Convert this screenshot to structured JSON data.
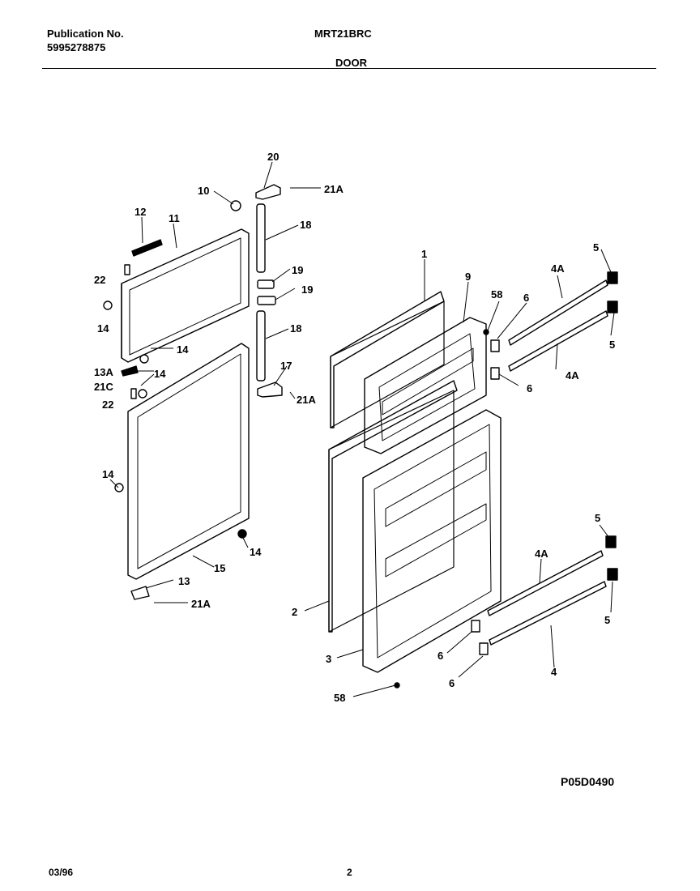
{
  "header": {
    "publication_label": "Publication No.",
    "publication_number": "5995278875",
    "model": "MRT21BRC",
    "section": "DOOR"
  },
  "drawing_code": "P05D0490",
  "footer": {
    "date": "03/96",
    "page": "2"
  },
  "callouts": {
    "c1": "1",
    "c2": "2",
    "c3": "3",
    "c4": "4",
    "c4a_top": "4A",
    "c4a_mid": "4A",
    "c4a_low": "4A",
    "c5_a": "5",
    "c5_b": "5",
    "c5_c": "5",
    "c5_d": "5",
    "c6_a": "6",
    "c6_b": "6",
    "c6_c": "6",
    "c6_d": "6",
    "c9": "9",
    "c10": "10",
    "c11": "11",
    "c12": "12",
    "c13": "13",
    "c13a": "13A",
    "c14_a": "14",
    "c14_b": "14",
    "c14_c": "14",
    "c14_d": "14",
    "c14_e": "14",
    "c15": "15",
    "c17": "17",
    "c18_a": "18",
    "c18_b": "18",
    "c19_a": "19",
    "c19_b": "19",
    "c20": "20",
    "c21a_a": "21A",
    "c21a_b": "21A",
    "c21a_c": "21A",
    "c21c": "21C",
    "c22_a": "22",
    "c22_b": "22",
    "c58_a": "58",
    "c58_b": "58"
  }
}
